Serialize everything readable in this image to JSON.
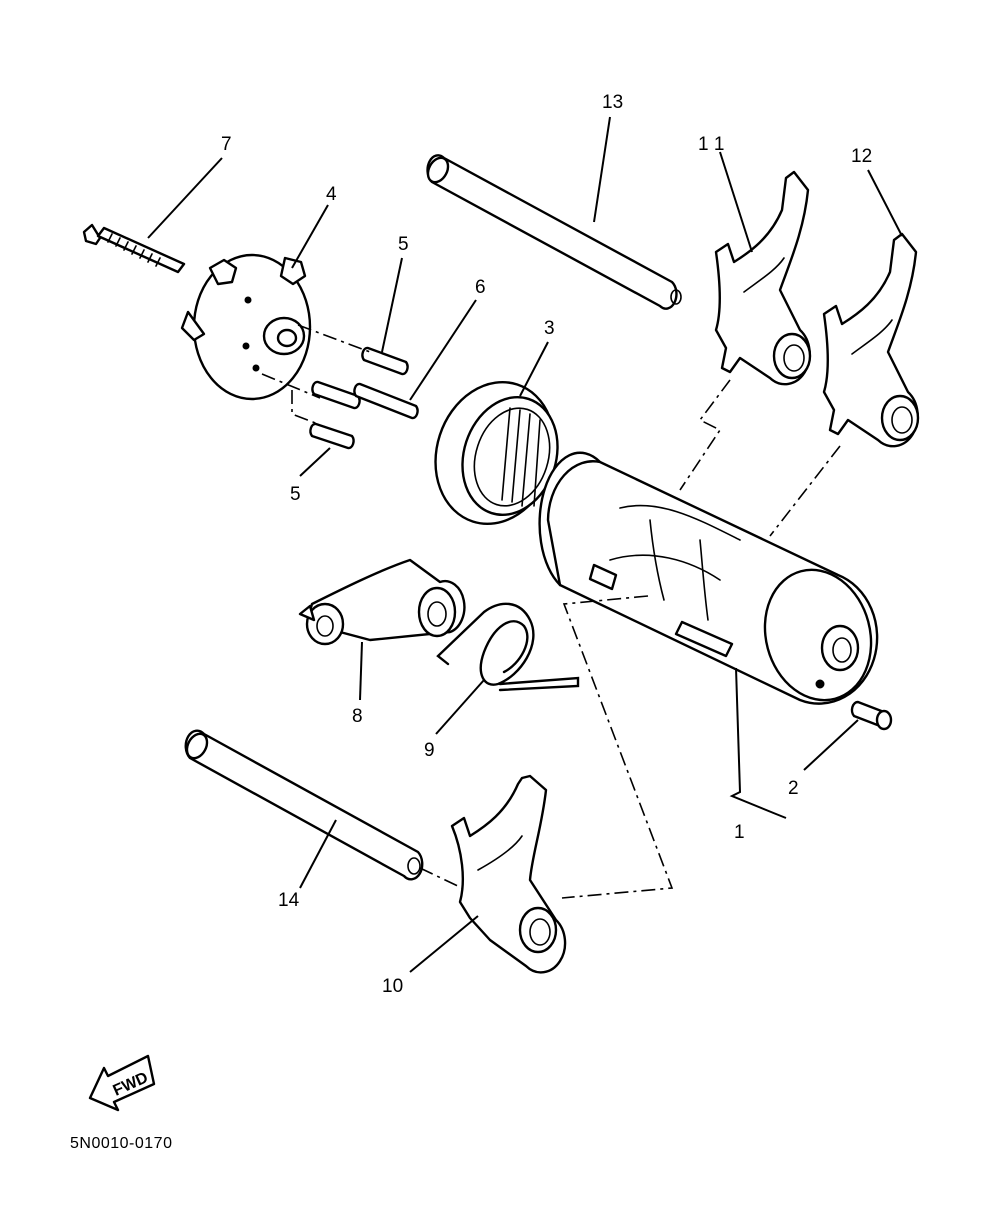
{
  "callouts": {
    "c1": "1",
    "c2": "2",
    "c3": "3",
    "c4": "4",
    "c5a": "5",
    "c5b": "5",
    "c6": "6",
    "c7": "7",
    "c8": "8",
    "c9": "9",
    "c10": "10",
    "c11": "1 1",
    "c12": "12",
    "c13": "13",
    "c14": "14"
  },
  "fwd_arrow": {
    "label": "FWD"
  },
  "drawing_code": "5N0010-0170"
}
